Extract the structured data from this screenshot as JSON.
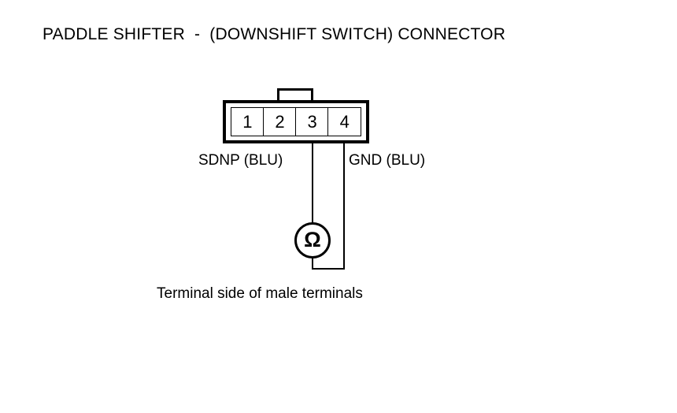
{
  "diagram": {
    "title": "PADDLE SHIFTER  -  (DOWNSHIFT SWITCH) CONNECTOR",
    "caption": "Terminal side of male terminals",
    "connector": {
      "terminals": [
        {
          "number": "1"
        },
        {
          "number": "2"
        },
        {
          "number": "3"
        },
        {
          "number": "4"
        }
      ],
      "tab_name": "latch-tab"
    },
    "pin_labels": {
      "left": "SDNP (BLU)",
      "right": "GND (BLU)"
    },
    "meter": {
      "symbol": "Ω",
      "name": "ohmmeter"
    },
    "colors": {
      "line": "#000000",
      "background": "#ffffff"
    }
  }
}
